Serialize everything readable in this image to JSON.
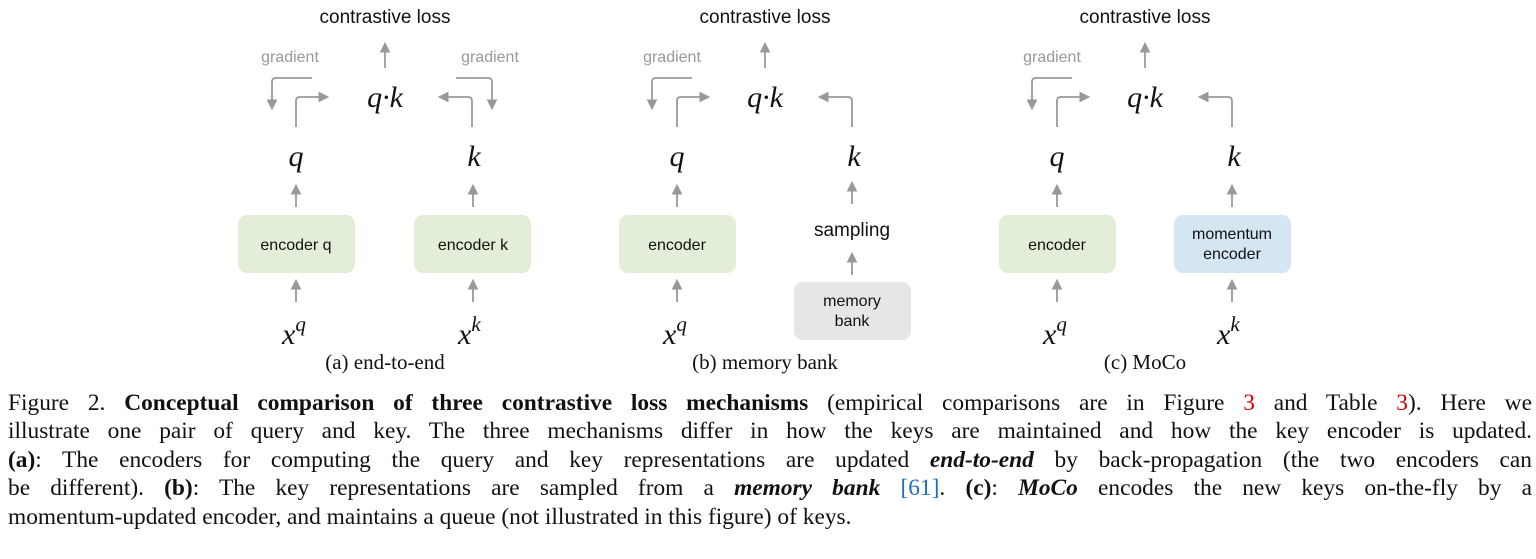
{
  "colors": {
    "arrow": "#999999",
    "encoder_fill": "#e2eed7",
    "memory_fill": "#e6e6e6",
    "momentum_fill": "#d4e6f1",
    "ref_red": "#d10000",
    "cite_blue": "#1f6fb5"
  },
  "panels": {
    "a": {
      "loss": "contrastive loss",
      "gradient_left": "gradient",
      "gradient_right": "gradient",
      "dot": "q·k",
      "q": "q",
      "k": "k",
      "left_box": "encoder q",
      "right_box": "encoder k",
      "xq_base": "x",
      "xq_sup": "q",
      "xk_base": "x",
      "xk_sup": "k",
      "label": "(a) end-to-end"
    },
    "b": {
      "loss": "contrastive loss",
      "gradient_left": "gradient",
      "dot": "q·k",
      "q": "q",
      "k": "k",
      "left_box": "encoder",
      "sampling": "sampling",
      "memory_line1": "memory",
      "memory_line2": "bank",
      "xq_base": "x",
      "xq_sup": "q",
      "label": "(b) memory bank"
    },
    "c": {
      "loss": "contrastive loss",
      "gradient_left": "gradient",
      "dot": "q·k",
      "q": "q",
      "k": "k",
      "left_box": "encoder",
      "momentum_line1": "momentum",
      "momentum_line2": "encoder",
      "xq_base": "x",
      "xq_sup": "q",
      "xk_base": "x",
      "xk_sup": "k",
      "label": "(c) MoCo"
    }
  },
  "caption": {
    "l1_fig": "Figure 2.",
    "l1_bold": "Conceptual comparison of three contrastive loss mechanisms",
    "l1_t1": "(empirical comparisons are in Figure",
    "l1_ref1": "3",
    "l1_t2": "and Table",
    "l1_ref2": "3",
    "l1_t3": "). Here we",
    "l2": "illustrate one pair of query and key. The three mechanisms differ in how the keys are maintained and how the key encoder is updated.",
    "l3_a": "(a)",
    "l3_t1": ": The encoders for computing the query and key representations are updated",
    "l3_bi": "end-to-end",
    "l3_t2": "by back-propagation (the two encoders can",
    "l4_t1": "be different).",
    "l4_b": "(b)",
    "l4_t2": ": The key representations are sampled from a",
    "l4_bi": "memory bank",
    "l4_cite": "[61]",
    "l4_t3": ".",
    "l4_c": "(c)",
    "l4_t4": ":",
    "l4_bi2": "MoCo",
    "l4_t5": "encodes the new keys on-the-fly by a",
    "l5": "momentum-updated encoder, and maintains a queue (not illustrated in this figure) of keys."
  }
}
